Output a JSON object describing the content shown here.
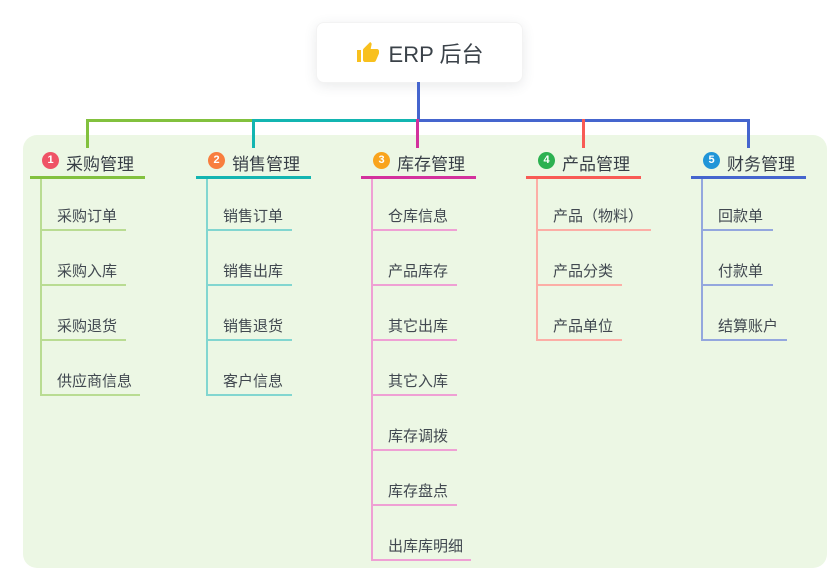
{
  "root": {
    "title": "ERP 后台",
    "icon": "thumbs-up-icon",
    "connector_color": "#4565ce"
  },
  "colors": {
    "panel_bg": "#ecf7e4",
    "card_bg": "#ffffff",
    "text_dark": "#3b4249",
    "icon_gold": "#f8c01e"
  },
  "branches": [
    {
      "index": "1",
      "title": "采购管理",
      "colors": {
        "main": "#82c13e",
        "light": "#b9dc92",
        "circle": "#ef5366"
      },
      "children": [
        "采购订单",
        "采购入库",
        "采购退货",
        "供应商信息"
      ]
    },
    {
      "index": "2",
      "title": "销售管理",
      "colors": {
        "main": "#13b5b1",
        "light": "#82d6d0",
        "circle": "#f87e3e"
      },
      "children": [
        "销售订单",
        "销售出库",
        "销售退货",
        "客户信息"
      ]
    },
    {
      "index": "3",
      "title": "库存管理",
      "colors": {
        "main": "#d3319d",
        "light": "#efa0d4",
        "circle": "#f9a41d"
      },
      "children": [
        "仓库信息",
        "产品库存",
        "其它出库",
        "其它入库",
        "库存调拨",
        "库存盘点",
        "出库库明细"
      ]
    },
    {
      "index": "4",
      "title": "产品管理",
      "colors": {
        "main": "#f85b55",
        "light": "#fcaea6",
        "circle": "#2cb151"
      },
      "children": [
        "产品（物料）",
        "产品分类",
        "产品单位"
      ]
    },
    {
      "index": "5",
      "title": "财务管理",
      "colors": {
        "main": "#4565ce",
        "light": "#94a7de",
        "circle": "#2095d8"
      },
      "children": [
        "回款单",
        "付款单",
        "结算账户"
      ]
    }
  ]
}
